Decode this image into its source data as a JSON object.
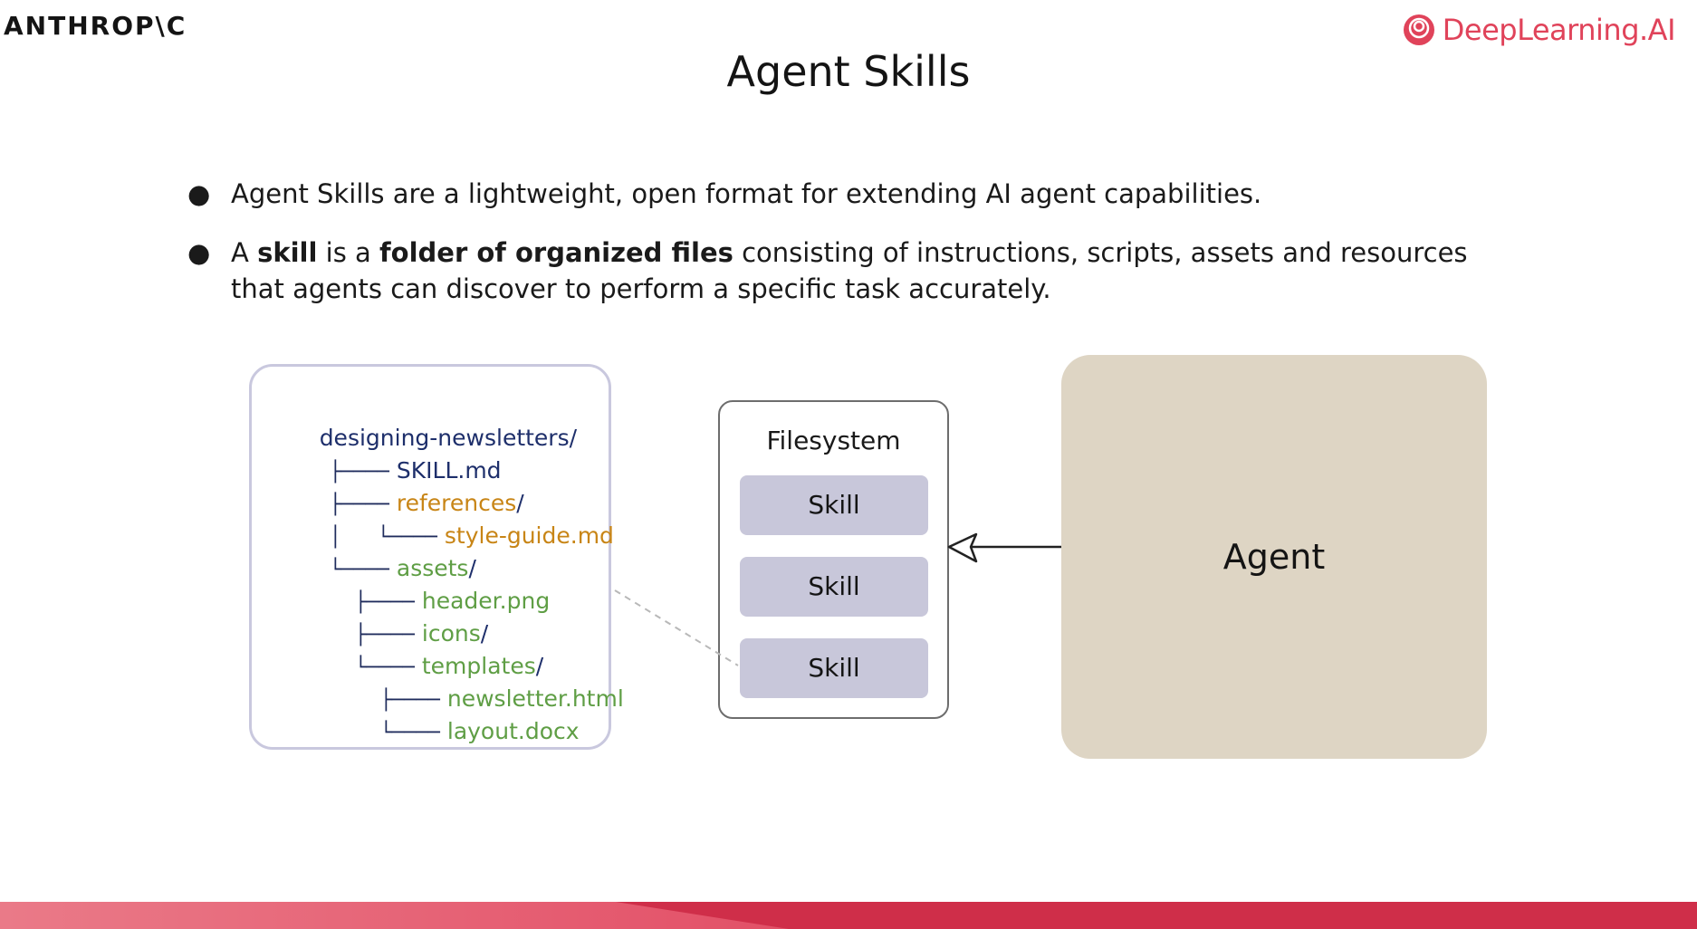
{
  "header": {
    "anthropic_logo": "ANTHROP\\C",
    "deeplearning_logo": "DeepLearning.AI",
    "brand_color": "#e0435a"
  },
  "title": "Agent Skills",
  "bullets": [
    {
      "text": "Agent Skills are a lightweight, open format for extending AI agent capabilities."
    },
    {
      "part1": "A ",
      "bold1": "skill",
      "part2": " is a ",
      "bold2": "folder of organized files",
      "part3": " consisting of instructions, scripts, assets and resources that agents can discover to perform a specific task accurately."
    }
  ],
  "tree": {
    "root": "designing-newsletters",
    "skill_file": "SKILL.md",
    "references": "references",
    "style_guide": "style-guide.md",
    "assets": "assets",
    "header_png": "header.png",
    "icons": "icons",
    "templates": "templates",
    "newsletter_html": "newsletter.html",
    "layout_docx": "layout.docx",
    "slash": "/",
    "branch_mid": "├────",
    "branch_end": "└────",
    "pipe": "│"
  },
  "filesystem": {
    "label": "Filesystem",
    "skills": [
      "Skill",
      "Skill",
      "Skill"
    ]
  },
  "agent": {
    "label": "Agent"
  },
  "colors": {
    "tree_navy": "#1e2f6b",
    "tree_orange": "#c88516",
    "tree_green": "#5f9e45",
    "skill_fill": "#c8c7da",
    "agent_fill": "#ded5c4",
    "footer_red": "#cf2e49"
  }
}
